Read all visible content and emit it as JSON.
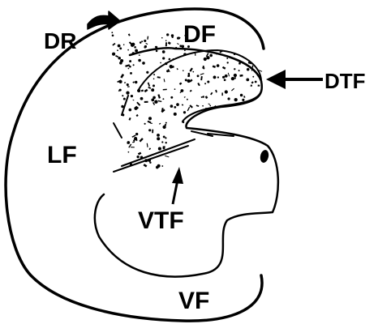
{
  "labels": {
    "dr": "DR",
    "df": "DF",
    "dtf": "DTF",
    "lf": "LF",
    "vtf": "VTF",
    "vf": "VF"
  },
  "colors": {
    "ink": "#000000",
    "background": "#ffffff"
  }
}
